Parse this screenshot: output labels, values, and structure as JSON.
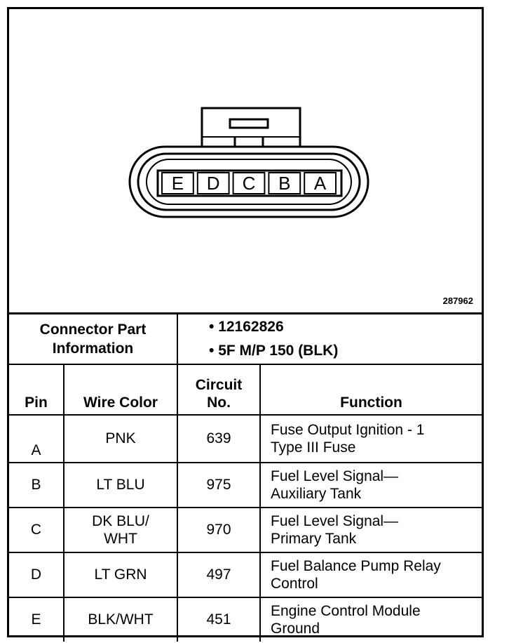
{
  "figure_id": "287962",
  "connector": {
    "pins": [
      "E",
      "D",
      "C",
      "B",
      "A"
    ]
  },
  "info": {
    "label_line1": "Connector Part",
    "label_line2": "Information",
    "items": [
      "12162826",
      "5F M/P 150 (BLK)"
    ]
  },
  "headers": {
    "pin": "Pin",
    "wire_color": "Wire Color",
    "circuit_line1": "Circuit",
    "circuit_line2": "No.",
    "function": "Function"
  },
  "rows": [
    {
      "pin": "A",
      "color_1": "PNK",
      "color_2": "",
      "circuit": "639",
      "func_1": "Fuse Output Ignition - 1",
      "func_2": "Type III Fuse"
    },
    {
      "pin": "B",
      "color_1": "LT BLU",
      "color_2": "",
      "circuit": "975",
      "func_1": "Fuel Level Signal—",
      "func_2": "Auxiliary Tank"
    },
    {
      "pin": "C",
      "color_1": "DK BLU/",
      "color_2": "WHT",
      "circuit": "970",
      "func_1": "Fuel Level Signal—",
      "func_2": "Primary Tank"
    },
    {
      "pin": "D",
      "color_1": "LT GRN",
      "color_2": "",
      "circuit": "497",
      "func_1": "Fuel Balance Pump Relay",
      "func_2": "Control"
    },
    {
      "pin": "E",
      "color_1": "BLK/WHT",
      "color_2": "",
      "circuit": "451",
      "func_1": "Engine Control Module",
      "func_2": "Ground"
    }
  ]
}
